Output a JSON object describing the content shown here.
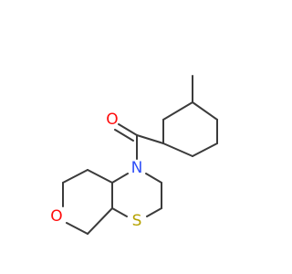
{
  "molecule": {
    "atoms": {
      "oxygen_carbonyl": {
        "symbol": "O",
        "color": "#ff0d0d"
      },
      "nitrogen": {
        "symbol": "N",
        "color": "#3050f8"
      },
      "sulfur": {
        "symbol": "S",
        "color": "#b5a200"
      },
      "oxygen_ring": {
        "symbol": "O",
        "color": "#ff0d0d"
      }
    },
    "bond_color": "#3b3b3b"
  }
}
